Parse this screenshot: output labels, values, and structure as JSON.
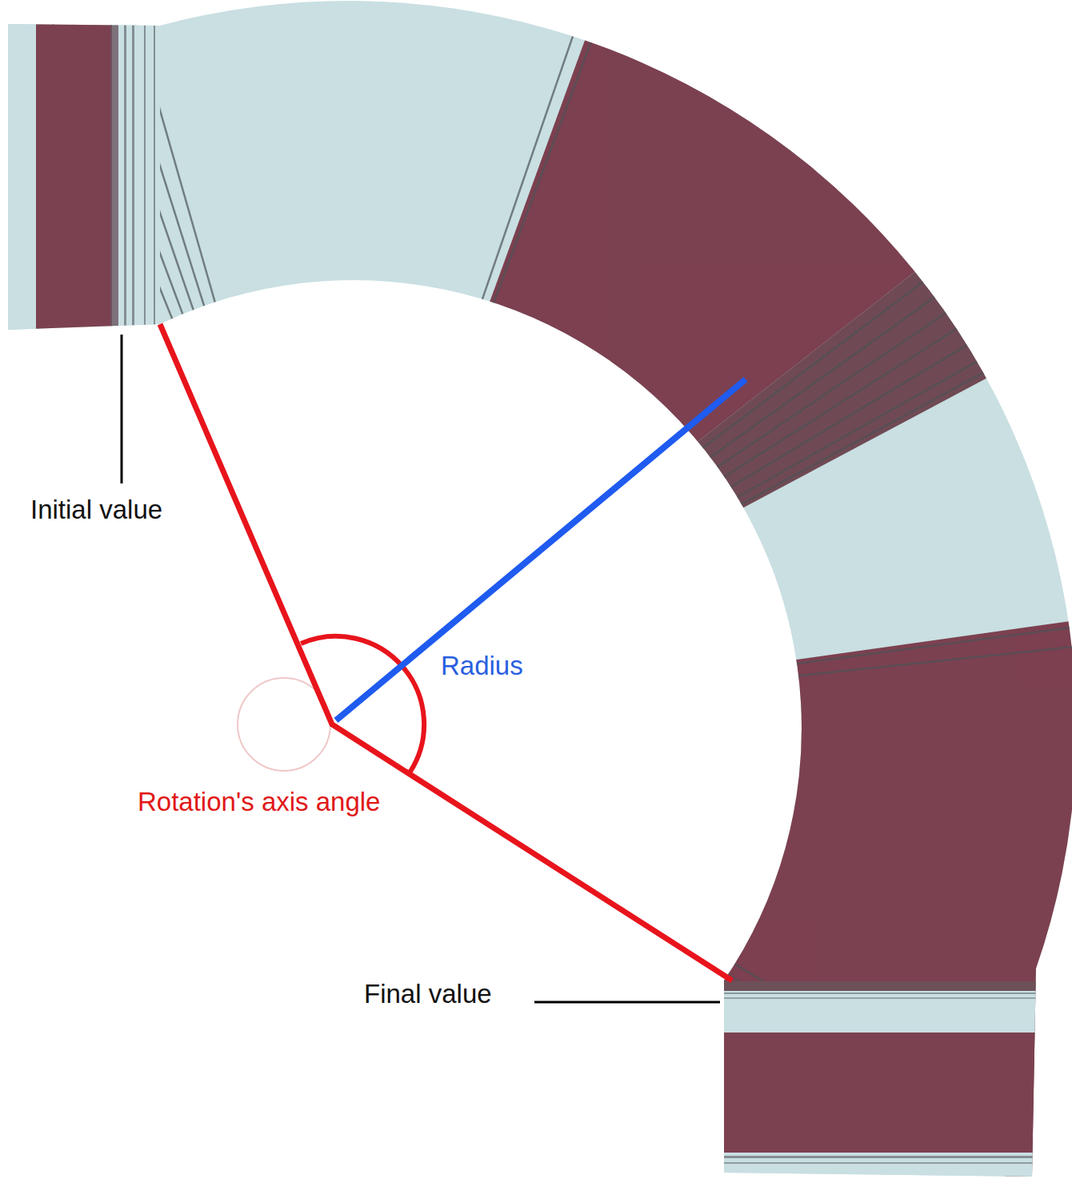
{
  "diagram": {
    "labels": [
      "Initial value",
      "Radius",
      "Rotation's axis angle",
      "Final value"
    ]
  }
}
